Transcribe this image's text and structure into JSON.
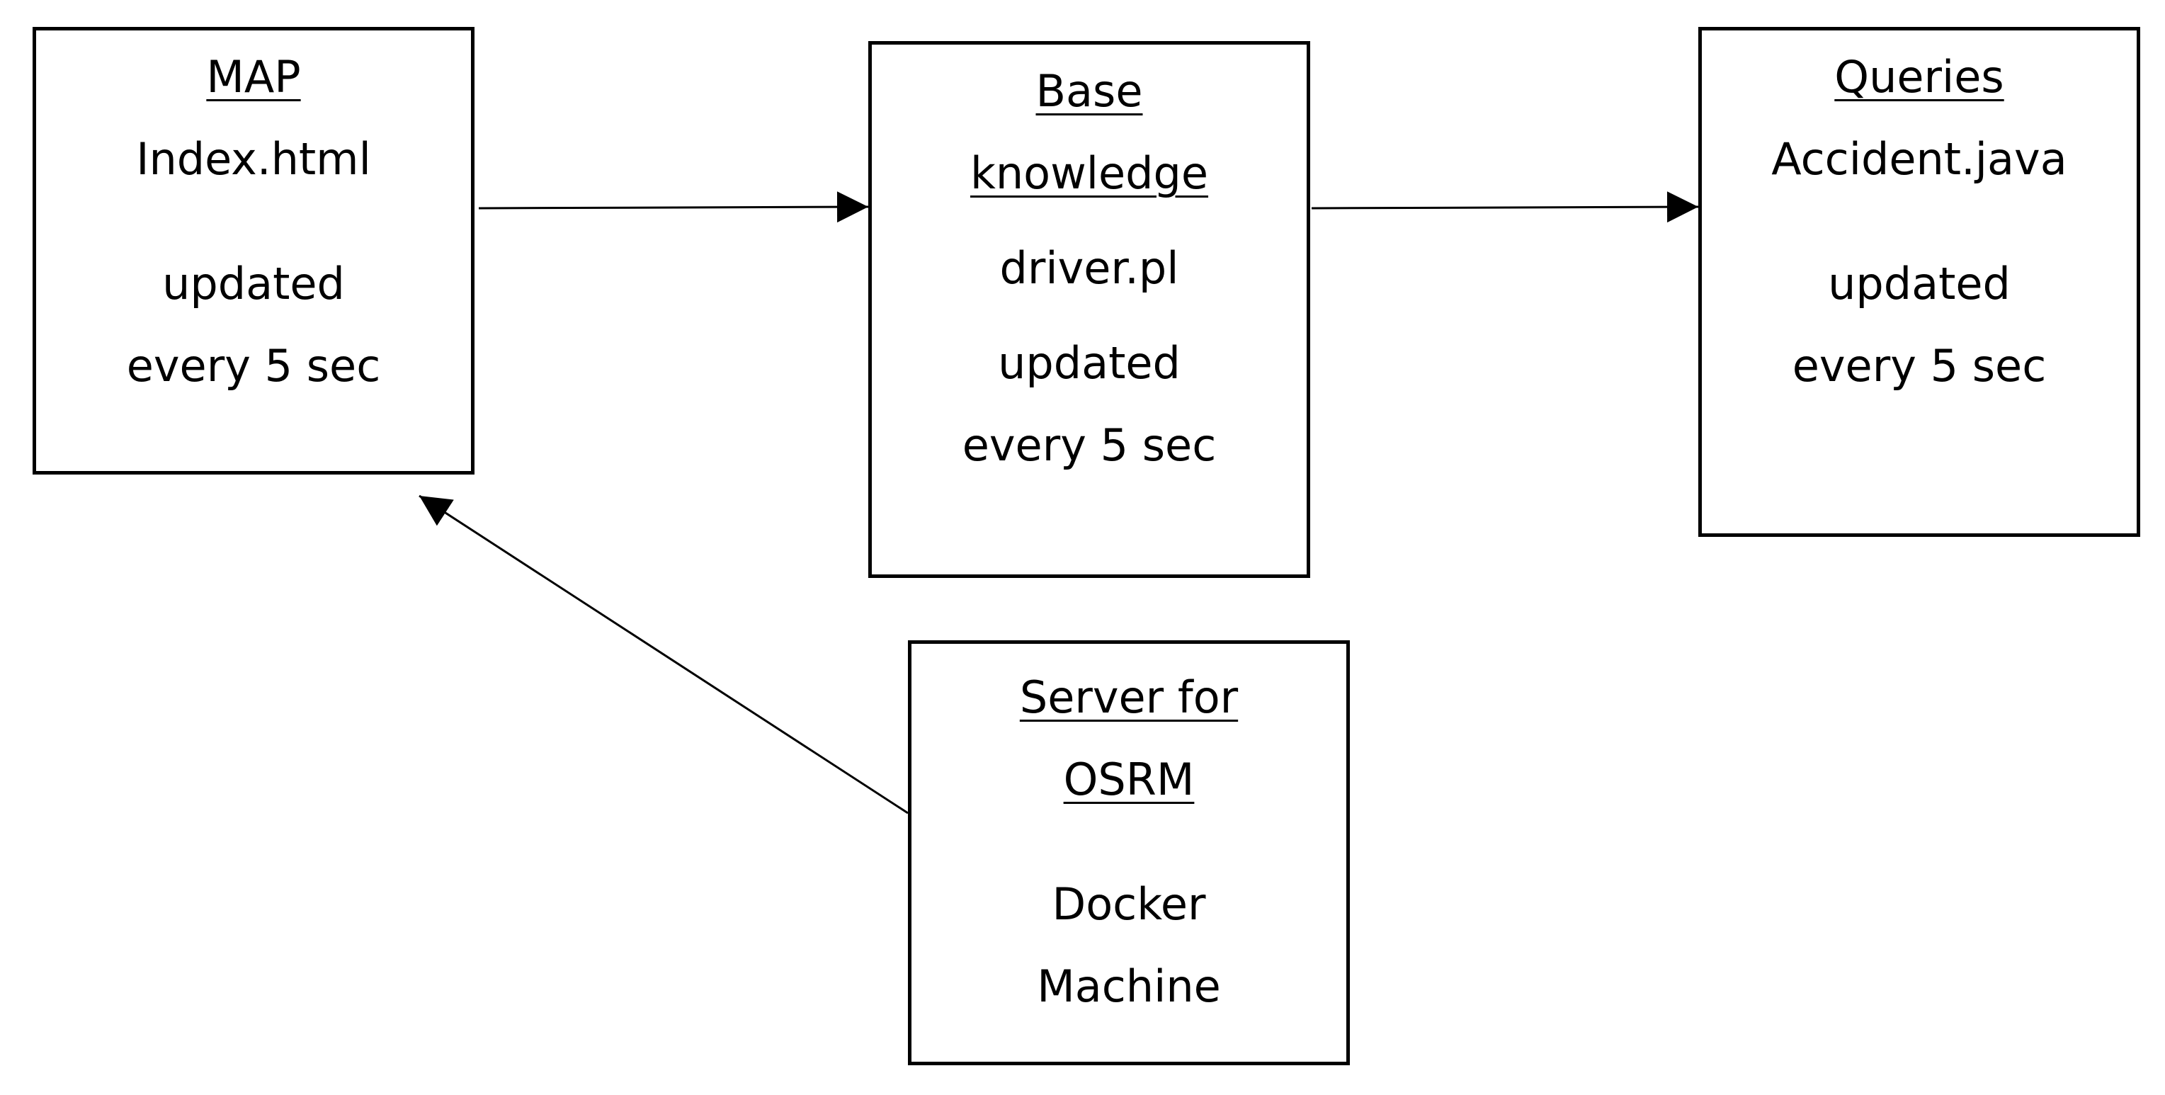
{
  "nodes": {
    "map": {
      "title": "MAP",
      "file": "Index.html",
      "note_line1": "updated",
      "note_line2": "every 5 sec"
    },
    "base": {
      "title_line1": "Base",
      "title_line2": "knowledge",
      "file": "driver.pl",
      "note_line1": "updated",
      "note_line2": "every 5 sec"
    },
    "queries": {
      "title": "Queries",
      "file": "Accident.java",
      "note_line1": "updated",
      "note_line2": "every 5 sec"
    },
    "server": {
      "title_line1": "Server for",
      "title_line2": "OSRM",
      "detail_line1": "Docker",
      "detail_line2": "Machine"
    }
  },
  "edges": [
    {
      "from": "map",
      "to": "base"
    },
    {
      "from": "base",
      "to": "queries"
    },
    {
      "from": "server",
      "to": "map"
    }
  ],
  "colors": {
    "stroke": "#000000",
    "background": "#ffffff"
  }
}
